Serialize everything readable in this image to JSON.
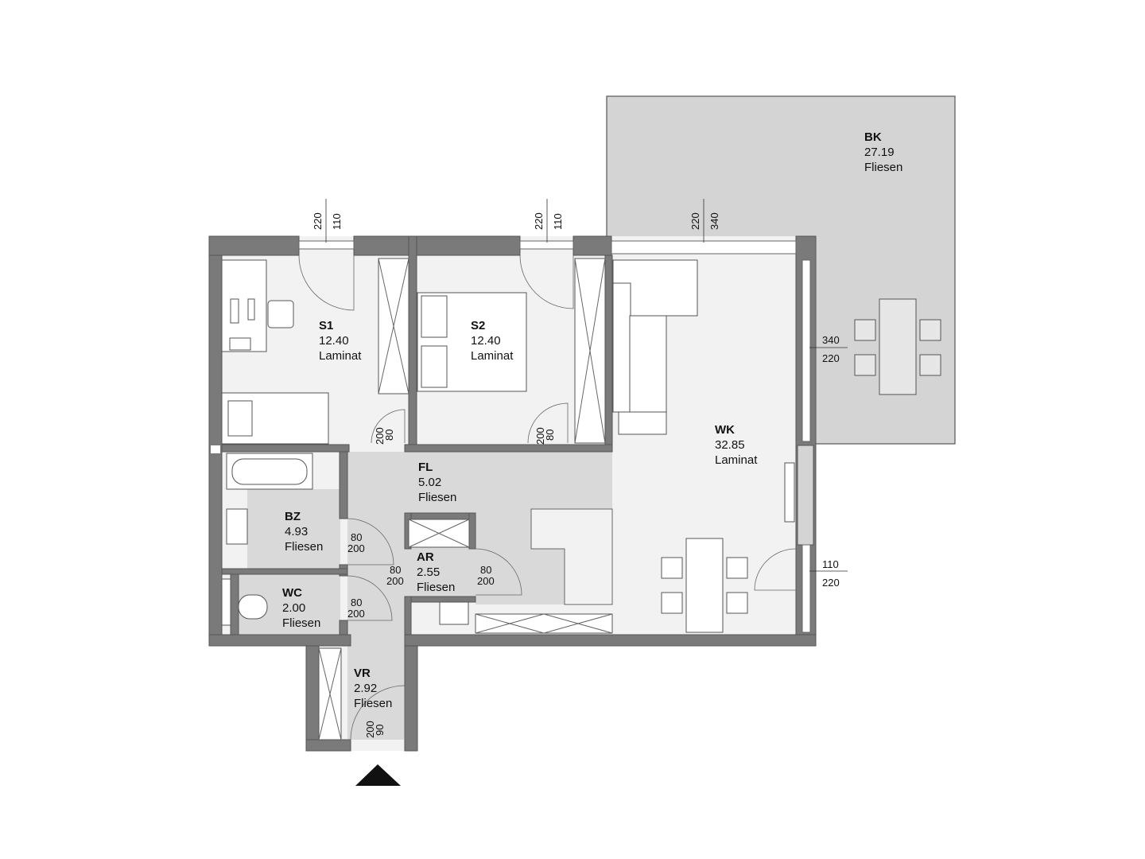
{
  "rooms": {
    "bk": {
      "code": "BK",
      "area": "27.19",
      "floor": "Fliesen"
    },
    "s1": {
      "code": "S1",
      "area": "12.40",
      "floor": "Laminat"
    },
    "s2": {
      "code": "S2",
      "area": "12.40",
      "floor": "Laminat"
    },
    "wk": {
      "code": "WK",
      "area": "32.85",
      "floor": "Laminat"
    },
    "fl": {
      "code": "FL",
      "area": "5.02",
      "floor": "Fliesen"
    },
    "bz": {
      "code": "BZ",
      "area": "4.93",
      "floor": "Fliesen"
    },
    "ar": {
      "code": "AR",
      "area": "2.55",
      "floor": "Fliesen"
    },
    "wc": {
      "code": "WC",
      "area": "2.00",
      "floor": "Fliesen"
    },
    "vr": {
      "code": "VR",
      "area": "2.92",
      "floor": "Fliesen"
    }
  },
  "dimensions": {
    "win_s1": {
      "width": "110",
      "height": "220"
    },
    "win_s2": {
      "width": "110",
      "height": "220"
    },
    "win_wk_top": {
      "width": "340",
      "height": "220"
    },
    "win_wk_right": {
      "width": "340",
      "height": "220"
    },
    "win_wk_bottom": {
      "width": "110",
      "height": "220"
    },
    "door_s1": {
      "width": "80",
      "height": "200"
    },
    "door_s2": {
      "width": "80",
      "height": "200"
    },
    "door_bz": {
      "width": "80",
      "height": "200"
    },
    "door_fl": {
      "width": "80",
      "height": "200"
    },
    "door_ar": {
      "width": "80",
      "height": "200"
    },
    "door_wc": {
      "width": "80",
      "height": "200"
    },
    "door_vr": {
      "width": "90",
      "height": "200"
    }
  },
  "colors": {
    "wall": "#7a7a7a",
    "wet_area": "#d9d9d9",
    "balcony": "#d4d4d4",
    "floor": "#f2f2f2"
  },
  "entrance_marker": "triangle-entrance-icon"
}
